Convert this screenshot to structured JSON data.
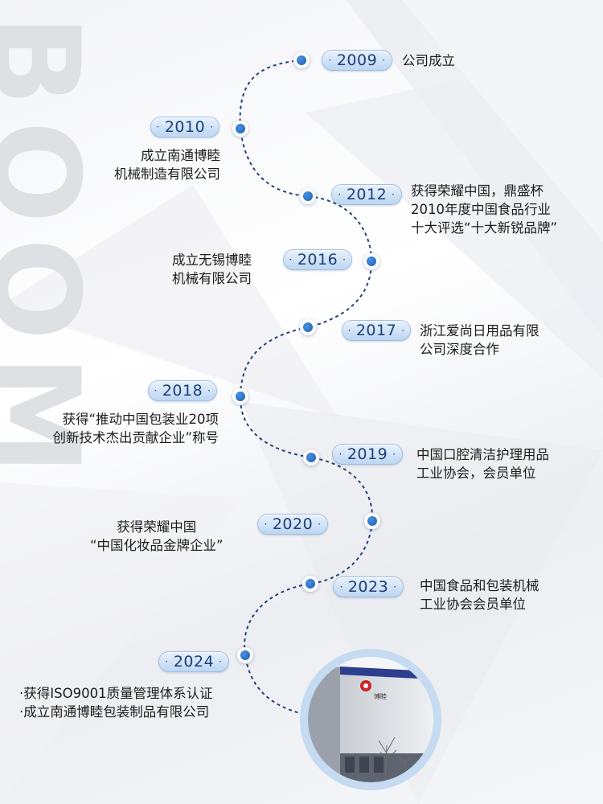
{
  "watermark": "BOOM",
  "timeline": [
    {
      "year": "2009",
      "lines": [
        "公司成立"
      ]
    },
    {
      "year": "2010",
      "lines": [
        "成立南通博睦",
        "机械制造有限公司"
      ]
    },
    {
      "year": "2012",
      "lines": [
        "获得荣耀中国，鼎盛杯",
        "2010年度中国食品行业",
        "十大评选“十大新锐品牌”"
      ]
    },
    {
      "year": "2016",
      "lines": [
        "成立无锡博睦",
        "机械有限公司"
      ]
    },
    {
      "year": "2017",
      "lines": [
        "浙江爱尚日用品有限",
        "公司深度合作"
      ]
    },
    {
      "year": "2018",
      "lines": [
        "获得“推动中国包装业20项",
        "创新技术杰出贡献企业”称号"
      ]
    },
    {
      "year": "2019",
      "lines": [
        "中国口腔清洁护理用品",
        "工业协会，会员单位"
      ]
    },
    {
      "year": "2020",
      "lines": [
        "获得荣耀中国",
        "“中国化妆品金牌企业”"
      ]
    },
    {
      "year": "2023",
      "lines": [
        "中国食品和包装机械",
        "工业协会会员单位"
      ]
    },
    {
      "year": "2024",
      "lines": [
        "·获得ISO9001质量管理体系认证",
        "·成立南通博睦包装制品有限公司"
      ]
    }
  ],
  "photo": {
    "sign_text": "博睦"
  },
  "colors": {
    "accent": "#1b5fb5",
    "pill": "#bdd6f1",
    "frame": "#c4dbf1"
  }
}
